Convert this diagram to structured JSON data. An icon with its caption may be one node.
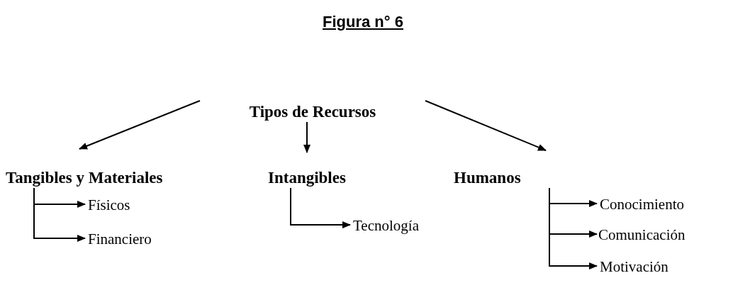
{
  "diagram": {
    "title": "Figura n° 6",
    "nodes": [
      {
        "text": [
          "Tipos de Recursos"
        ]
      },
      {
        "text": [
          "Tangibles y Materiales"
        ]
      },
      {
        "text": [
          "Intangibles"
        ]
      },
      {
        "text": [
          "Humanos"
        ]
      },
      {
        "text": [
          "Físicos"
        ]
      },
      {
        "text": [
          "Financiero"
        ]
      },
      {
        "text": [
          "Tecnología"
        ]
      },
      {
        "text": [
          "Conocimiento"
        ]
      },
      {
        "text": [
          "Comunicación"
        ]
      },
      {
        "text": [
          "Motivación"
        ]
      }
    ],
    "edges": [
      {
        "from": 0,
        "to": 1,
        "arrow": "to"
      },
      {
        "from": 0,
        "to": 2,
        "arrow": "to"
      },
      {
        "from": 0,
        "to": 3,
        "arrow": "to"
      },
      {
        "from": 1,
        "to": 4,
        "arrow": "to"
      },
      {
        "from": 1,
        "to": 5,
        "arrow": "to"
      },
      {
        "from": 2,
        "to": 6,
        "arrow": "to"
      },
      {
        "from": 3,
        "to": 7,
        "arrow": "to"
      },
      {
        "from": 3,
        "to": 8,
        "arrow": "to"
      },
      {
        "from": 3,
        "to": 9,
        "arrow": "to"
      }
    ]
  }
}
